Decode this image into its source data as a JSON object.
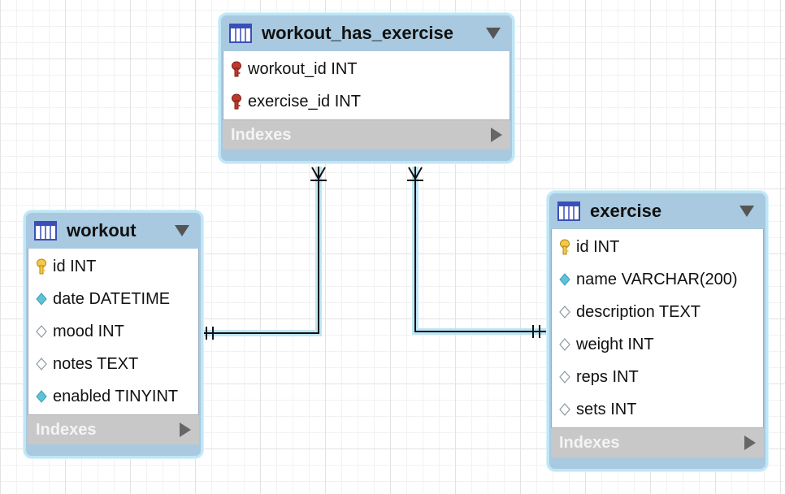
{
  "tables": {
    "workout_has_exercise": {
      "title": "workout_has_exercise",
      "columns": [
        "workout_id INT",
        "exercise_id INT"
      ],
      "indexes_label": "Indexes"
    },
    "workout": {
      "title": "workout",
      "columns": [
        "id INT",
        "date DATETIME",
        "mood INT",
        "notes TEXT",
        "enabled TINYINT"
      ],
      "indexes_label": "Indexes"
    },
    "exercise": {
      "title": "exercise",
      "columns": [
        "id INT",
        "name VARCHAR(200)",
        "description TEXT",
        "weight INT",
        "reps INT",
        "sets INT"
      ],
      "indexes_label": "Indexes"
    }
  },
  "icons": {
    "table": "table-icon",
    "primary_key": "primary-key-icon",
    "foreign_key": "foreign-key-icon",
    "not_null_column": "filled-diamond-icon",
    "nullable_column": "hollow-diamond-icon",
    "collapse": "triangle-down-icon",
    "expand_indexes": "triangle-right-icon"
  },
  "relationships": [
    {
      "from": "workout",
      "to": "workout_has_exercise",
      "from_cardinality": "one-and-only-one",
      "to_cardinality": "one-or-many"
    },
    {
      "from": "exercise",
      "to": "workout_has_exercise",
      "from_cardinality": "one-and-only-one",
      "to_cardinality": "one-or-many"
    }
  ],
  "colors": {
    "header": "#a8c9e0",
    "frame_glow": "#bfe6f5",
    "indexes_bar": "#c8c8c8",
    "primary_key": "#f2c94c",
    "foreign_key": "#c0392b",
    "column_diamond": "#5fc3d8"
  }
}
